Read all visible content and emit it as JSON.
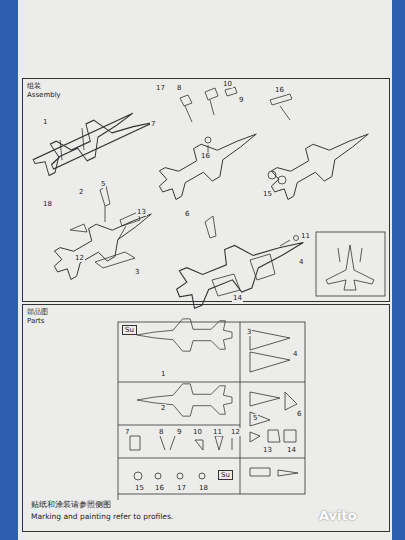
{
  "diagram": {
    "nodes": [
      {
        "text": [
          "组装",
          "Assembly"
        ]
      },
      {
        "text": [
          "部品图",
          "Parts"
        ]
      }
    ],
    "labels": [
      "1",
      "2",
      "17",
      "8",
      "10",
      "9",
      "7",
      "16",
      "16",
      "15",
      "5",
      "18",
      "13",
      "3",
      "12",
      "6",
      "11",
      "4",
      "14",
      "Su",
      "1",
      "2",
      "3",
      "4",
      "5",
      "6",
      "7",
      "8",
      "9",
      "10",
      "11",
      "12",
      "13",
      "14",
      "15",
      "16",
      "17",
      "18",
      "Su",
      "贴纸和涂装请参照侧图",
      "Marking and painting refer to profiles.",
      "Avito"
    ]
  }
}
